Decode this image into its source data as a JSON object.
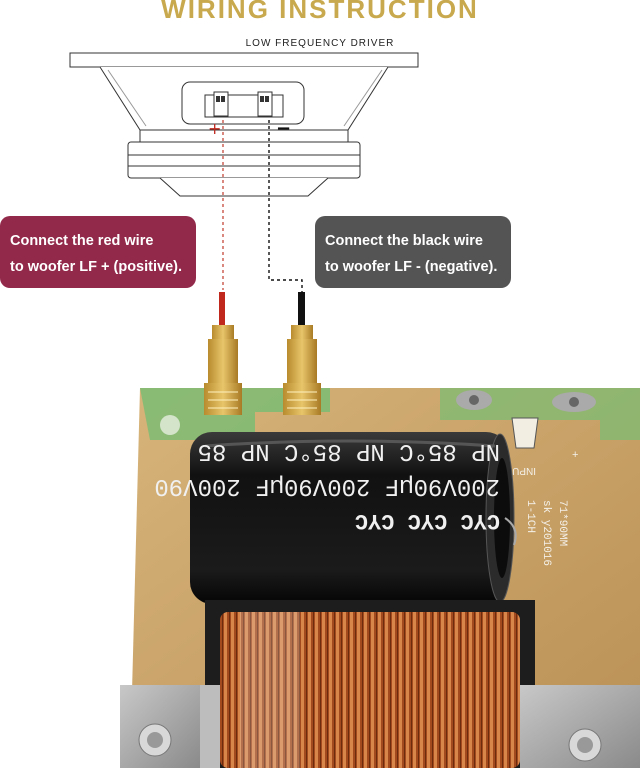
{
  "header": {
    "title": "WIRING INSTRUCTION",
    "driver_label": "LOW FREQUENCY DRIVER"
  },
  "terminals": {
    "positive_symbol": "+",
    "negative_symbol": "−"
  },
  "callouts": {
    "red": {
      "line1": "Connect the red wire",
      "line2": "to woofer LF + (positive)."
    },
    "black": {
      "line1": "Connect the black wire",
      "line2": "to woofer LF - (negative)."
    }
  },
  "board": {
    "capacitor_lines": [
      "CYC   CYC   CYC",
      "200V90µF   200V90µF   200V90",
      "NP 85°C   NP 85°C   NP 85"
    ],
    "silkscreen_input": "INPUT",
    "silkscreen_plus": "+",
    "silkscreen_model": "71*90MM",
    "silkscreen_code": "sk y201016",
    "silkscreen_ch": "1-1CH"
  },
  "colors": {
    "title": "#c9a94e",
    "red_callout": "#92284a",
    "black_callout": "#545454",
    "pcb": "#c9a86a",
    "pcb_green": "#6fb36a",
    "copper": "#b4582a",
    "capacitor": "#151515"
  }
}
